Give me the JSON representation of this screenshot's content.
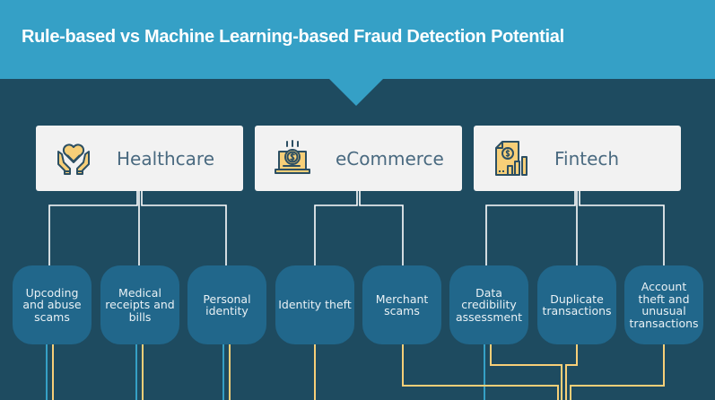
{
  "header": {
    "title": "Rule-based vs Machine Learning-based Fraud Detection Potential"
  },
  "colors": {
    "header_bg": "#35a0c6",
    "page_bg": "#1e4b60",
    "card_bg": "#f2f2f2",
    "node_bg": "#21678b",
    "icon_fill": "#f7cf78",
    "icon_stroke": "#2c4f63",
    "rule_line": "#35a0c6",
    "ml_line": "#f7cf78",
    "tree_line": "#ffffff"
  },
  "sectors": [
    {
      "label": "Healthcare",
      "icon": "heart-in-hands-icon",
      "items": [
        "Upcoding and abuse scams",
        "Medical receipts and bills",
        "Personal identity"
      ]
    },
    {
      "label": "eCommerce",
      "icon": "laptop-dollar-coin-icon",
      "items": [
        "Identity theft",
        "Merchant scams"
      ]
    },
    {
      "label": "Fintech",
      "icon": "financial-report-chart-icon",
      "items": [
        "Data credibility assessment",
        "Duplicate transactions",
        "Account theft and unusual transactions"
      ]
    }
  ]
}
